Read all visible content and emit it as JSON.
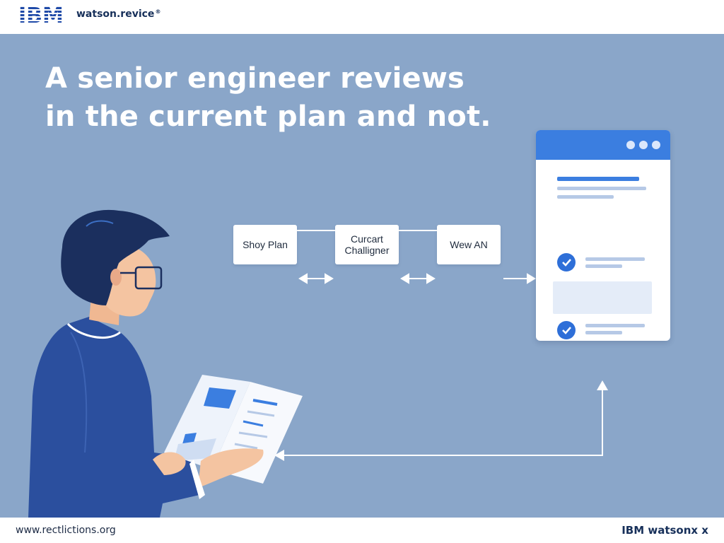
{
  "header": {
    "logo_text": "IBM",
    "brand": "watson.revice",
    "brand_mark": "®"
  },
  "headline": {
    "line1": "A senior engineer reviews",
    "line2": "in the current plan and not."
  },
  "flow": {
    "box1": "Shoy Plan",
    "box2_line1": "Curcart",
    "box2_line2": "Challigner",
    "box3": "Wew AN"
  },
  "footer": {
    "url": "www.rectlictions.org",
    "brand": "IBM watsonx x"
  },
  "colors": {
    "background": "#8aa6c9",
    "accent": "#3b7ee0",
    "jacket": "#2b4f9e",
    "hair": "#1b2f5e"
  },
  "icons": [
    "check-icon",
    "more-dots-icon",
    "arrow-icon"
  ]
}
